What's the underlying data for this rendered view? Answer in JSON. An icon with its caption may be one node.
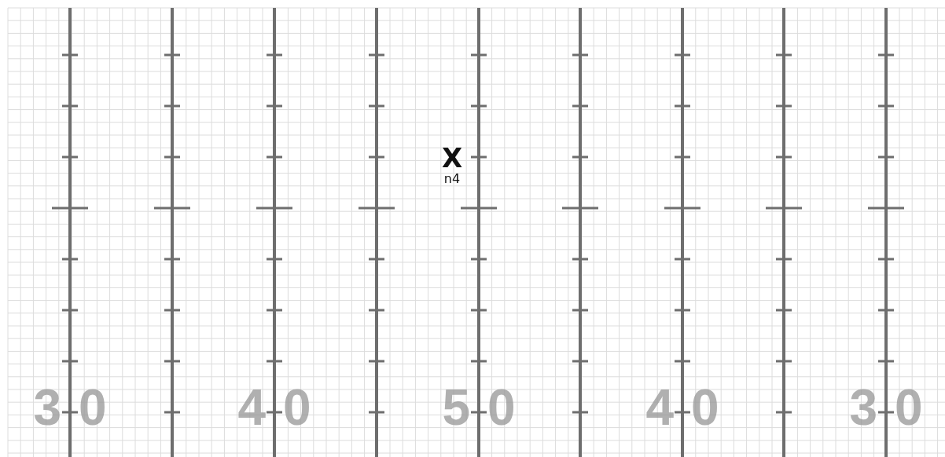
{
  "diagram": {
    "labels": [
      "X",
      "n4",
      "30",
      "40",
      "50",
      "40",
      "30"
    ]
  }
}
